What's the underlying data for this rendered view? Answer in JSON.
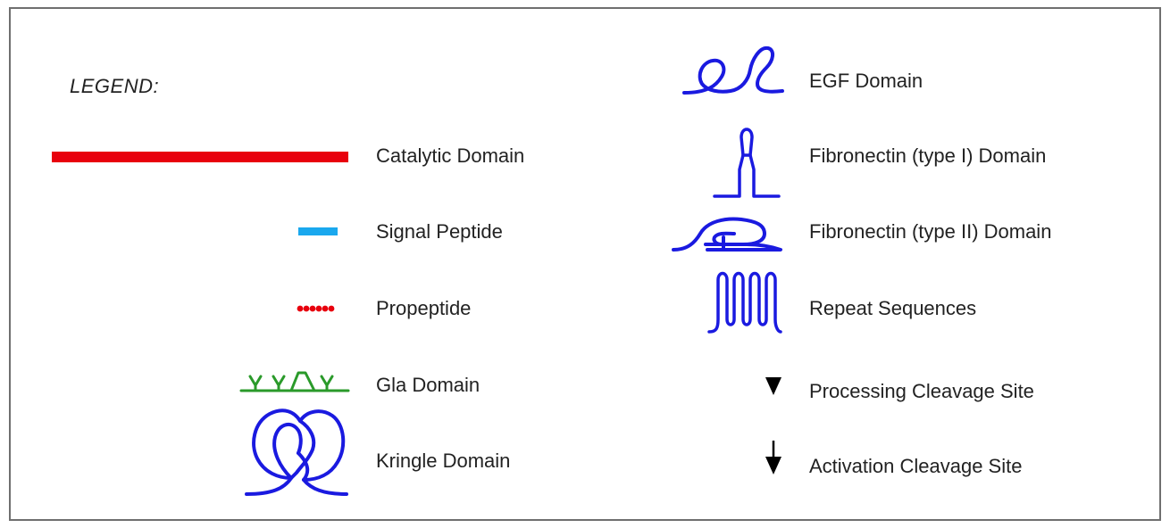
{
  "legend": {
    "title": "LEGEND:",
    "left_items": [
      {
        "label": "Catalytic Domain",
        "icon": "red-line-icon",
        "color": "#e8000d"
      },
      {
        "label": "Signal Peptide",
        "icon": "blue-bar-icon",
        "color": "#1aa8ee"
      },
      {
        "label": "Propeptide",
        "icon": "red-dotted-icon",
        "color": "#e8000d"
      },
      {
        "label": "Gla Domain",
        "icon": "gla-domain-icon",
        "color": "#2a9a2a"
      },
      {
        "label": "Kringle Domain",
        "icon": "kringle-loop-icon",
        "color": "#1a1ae0"
      }
    ],
    "right_items": [
      {
        "label": "EGF Domain",
        "icon": "egf-loop-icon",
        "color": "#1a1ae0"
      },
      {
        "label": "Fibronectin (type I) Domain",
        "icon": "fibronectin-type-1-icon",
        "color": "#1a1ae0"
      },
      {
        "label": "Fibronectin (type II) Domain",
        "icon": "fibronectin-type-2-icon",
        "color": "#1a1ae0"
      },
      {
        "label": "Repeat Sequences",
        "icon": "repeat-sequences-icon",
        "color": "#1a1ae0"
      },
      {
        "label": "Processing Cleavage Site",
        "icon": "triangle-down-icon",
        "color": "#000000"
      },
      {
        "label": "Activation Cleavage Site",
        "icon": "arrow-down-icon",
        "color": "#000000"
      }
    ]
  }
}
